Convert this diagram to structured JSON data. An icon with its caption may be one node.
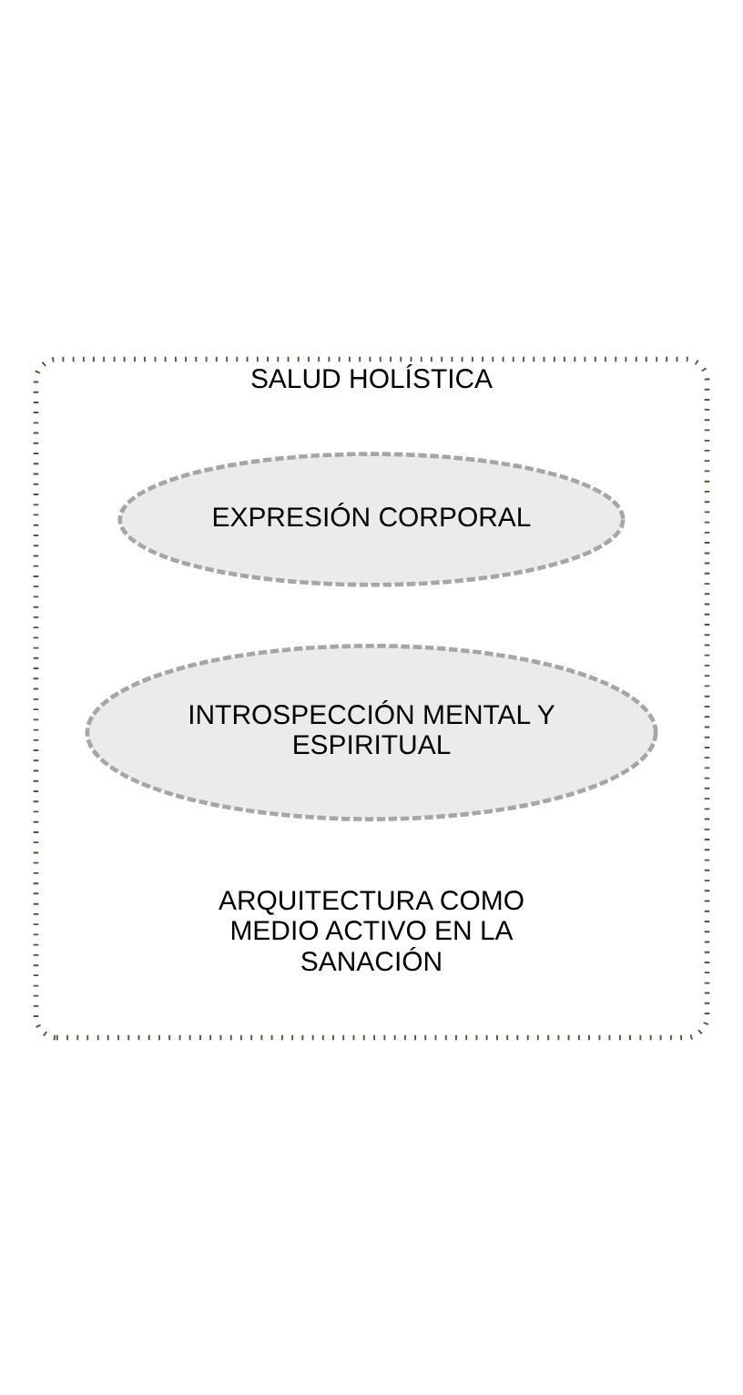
{
  "diagram": {
    "nodes": [
      {
        "text": [
          "SALUD HOLÍSTICA"
        ]
      },
      {
        "text": [
          "EXPRESIÓN CORPORAL"
        ],
        "in": 0
      },
      {
        "text": [
          "INTROSPECCIÓN MENTAL Y ESPIRITUAL"
        ],
        "in": 0
      }
    ],
    "labels": [
      "ARQUITECTURA COMO MEDIO ACTIVO EN LA SANACIÓN"
    ]
  }
}
